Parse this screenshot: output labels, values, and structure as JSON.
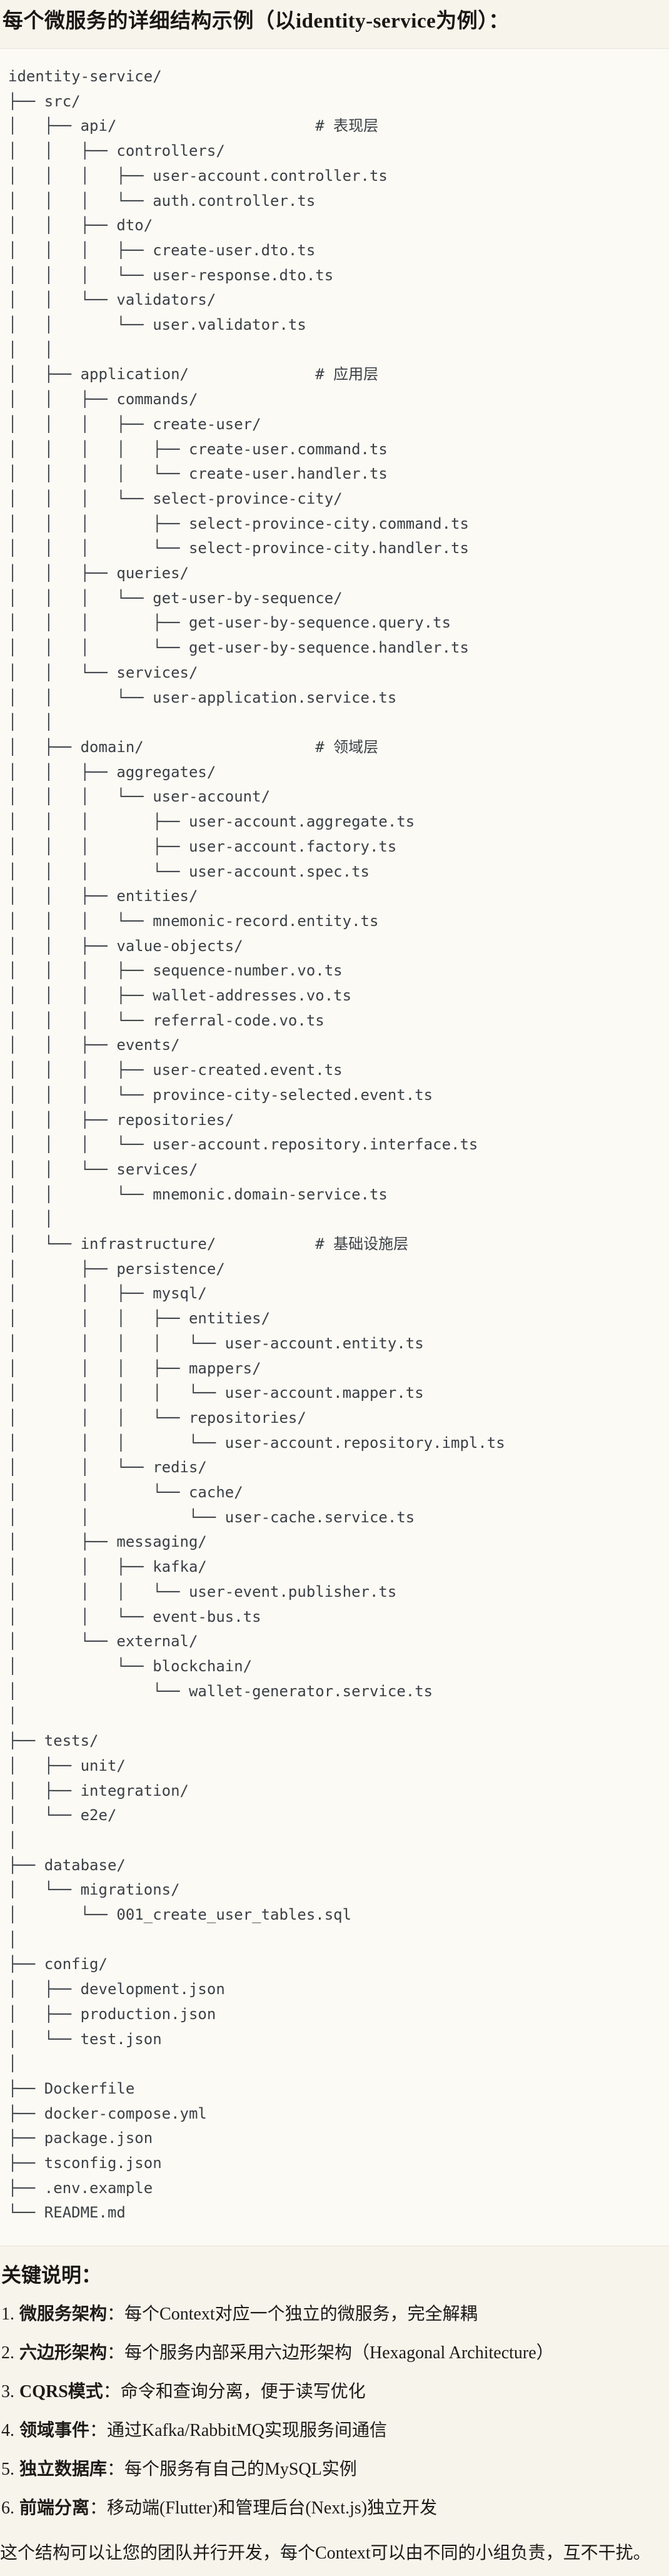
{
  "header": {
    "title": "每个微服务的详细结构示例（以identity-service为例）："
  },
  "code_block": {
    "tree": "identity-service/\n├── src/\n│   ├── api/                      # 表现层\n│   │   ├── controllers/\n│   │   │   ├── user-account.controller.ts\n│   │   │   └── auth.controller.ts\n│   │   ├── dto/\n│   │   │   ├── create-user.dto.ts\n│   │   │   └── user-response.dto.ts\n│   │   └── validators/\n│   │       └── user.validator.ts\n│   │\n│   ├── application/              # 应用层\n│   │   ├── commands/\n│   │   │   ├── create-user/\n│   │   │   │   ├── create-user.command.ts\n│   │   │   │   └── create-user.handler.ts\n│   │   │   └── select-province-city/\n│   │   │       ├── select-province-city.command.ts\n│   │   │       └── select-province-city.handler.ts\n│   │   ├── queries/\n│   │   │   └── get-user-by-sequence/\n│   │   │       ├── get-user-by-sequence.query.ts\n│   │   │       └── get-user-by-sequence.handler.ts\n│   │   └── services/\n│   │       └── user-application.service.ts\n│   │\n│   ├── domain/                   # 领域层\n│   │   ├── aggregates/\n│   │   │   └── user-account/\n│   │   │       ├── user-account.aggregate.ts\n│   │   │       ├── user-account.factory.ts\n│   │   │       └── user-account.spec.ts\n│   │   ├── entities/\n│   │   │   └── mnemonic-record.entity.ts\n│   │   ├── value-objects/\n│   │   │   ├── sequence-number.vo.ts\n│   │   │   ├── wallet-addresses.vo.ts\n│   │   │   └── referral-code.vo.ts\n│   │   ├── events/\n│   │   │   ├── user-created.event.ts\n│   │   │   └── province-city-selected.event.ts\n│   │   ├── repositories/\n│   │   │   └── user-account.repository.interface.ts\n│   │   └── services/\n│   │       └── mnemonic.domain-service.ts\n│   │\n│   └── infrastructure/           # 基础设施层\n│       ├── persistence/\n│       │   ├── mysql/\n│       │   │   ├── entities/\n│       │   │   │   └── user-account.entity.ts\n│       │   │   ├── mappers/\n│       │   │   │   └── user-account.mapper.ts\n│       │   │   └── repositories/\n│       │   │       └── user-account.repository.impl.ts\n│       │   └── redis/\n│       │       └── cache/\n│       │           └── user-cache.service.ts\n│       ├── messaging/\n│       │   ├── kafka/\n│       │   │   └── user-event.publisher.ts\n│       │   └── event-bus.ts\n│       └── external/\n│           └── blockchain/\n│               └── wallet-generator.service.ts\n│\n├── tests/\n│   ├── unit/\n│   ├── integration/\n│   └── e2e/\n│\n├── database/\n│   └── migrations/\n│       └── 001_create_user_tables.sql\n│\n├── config/\n│   ├── development.json\n│   ├── production.json\n│   └── test.json\n│\n├── Dockerfile\n├── docker-compose.yml\n├── package.json\n├── tsconfig.json\n├── .env.example\n└── README.md"
  },
  "key_notes": {
    "heading": "关键说明：",
    "items": [
      {
        "num": "1.",
        "term": "微服务架构",
        "desc": "：每个Context对应一个独立的微服务，完全解耦"
      },
      {
        "num": "2.",
        "term": "六边形架构",
        "desc": "：每个服务内部采用六边形架构（Hexagonal Architecture）"
      },
      {
        "num": "3.",
        "term": "CQRS模式",
        "desc": "：命令和查询分离，便于读写优化"
      },
      {
        "num": "4.",
        "term": "领域事件",
        "desc": "：通过Kafka/RabbitMQ实现服务间通信"
      },
      {
        "num": "5.",
        "term": "独立数据库",
        "desc": "：每个服务有自己的MySQL实例"
      },
      {
        "num": "6.",
        "term": "前端分离",
        "desc": "：移动端(Flutter)和管理后台(Next.js)独立开发"
      }
    ]
  },
  "footer": {
    "text": "这个结构可以让您的团队并行开发，每个Context可以由不同的小组负责，互不干扰。"
  }
}
